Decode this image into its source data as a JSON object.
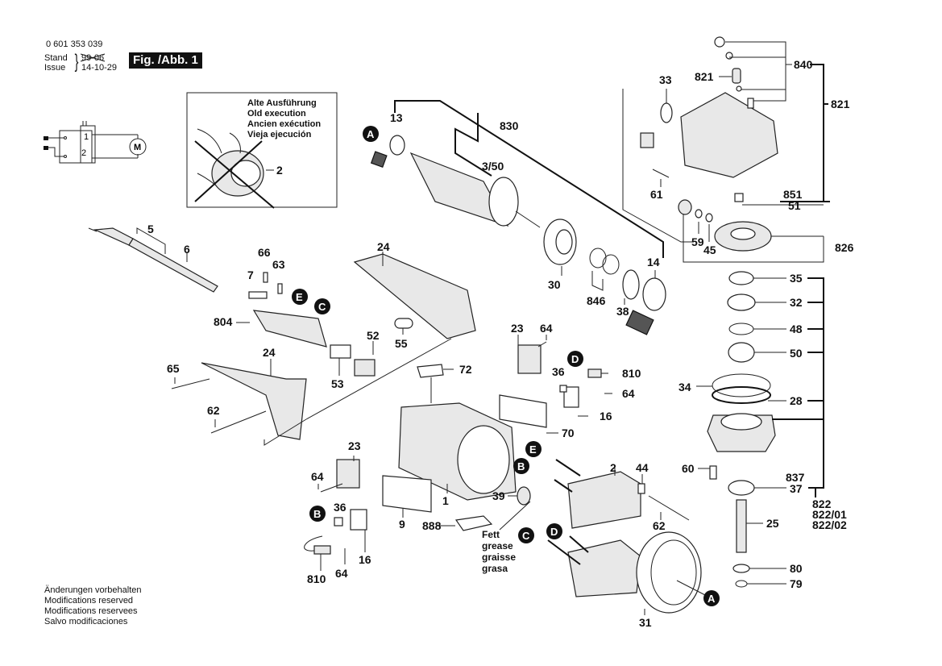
{
  "header": {
    "part_number": "0 601 353 039",
    "stand_label": "Stand",
    "issue_label": "Issue",
    "old_date": "99-06",
    "new_date": "14-10-29",
    "figure_label": "Fig. /Abb. 1"
  },
  "inset": {
    "title_lines": [
      "Alte Ausführung",
      "Old execution",
      "Ancien exécution",
      "Vieja ejecución"
    ],
    "part_label": "2"
  },
  "wiring": {
    "terminal_1": "1",
    "terminal_2": "2",
    "motor_symbol": "M"
  },
  "grease_note": [
    "Fett",
    "grease",
    "graisse",
    "grasa"
  ],
  "footer": [
    "Änderungen vorbehalten",
    "Modifications reserved",
    "Modifications reservees",
    "Salvo modificaciones"
  ],
  "connectors": [
    "A",
    "B",
    "C",
    "D",
    "E"
  ],
  "part_labels": {
    "p13": "13",
    "p830": "830",
    "p3_50": "3/50",
    "p30": "30",
    "p846": "846",
    "p38": "38",
    "p14": "14",
    "p33": "33",
    "p840": "840",
    "p821a": "821",
    "p821b": "821",
    "p61": "61",
    "p851": "851",
    "p51": "51",
    "p59": "59",
    "p45": "45",
    "p826": "826",
    "p35": "35",
    "p32": "32",
    "p48": "48",
    "p50": "50",
    "p34": "34",
    "p28": "28",
    "p60": "60",
    "p837": "837",
    "p37": "37",
    "p822": "822",
    "p822_01": "822/01",
    "p822_02": "822/02",
    "p25": "25",
    "p80": "80",
    "p79": "79",
    "p5": "5",
    "p6": "6",
    "p66": "66",
    "p63": "63",
    "p7": "7",
    "p804": "804",
    "p24a": "24",
    "p24b": "24",
    "p52": "52",
    "p53": "53",
    "p55": "55",
    "p65": "65",
    "p62a": "62",
    "p23a": "23",
    "p64a": "64",
    "p36a": "36",
    "p810a": "810",
    "p64b": "64",
    "p16a": "16",
    "p72": "72",
    "p70": "70",
    "p23b": "23",
    "p64c": "64",
    "p36b": "36",
    "p810b": "810",
    "p64d": "64",
    "p16b": "16",
    "p1": "1",
    "p9": "9",
    "p888": "888",
    "p39": "39",
    "p2": "2",
    "p44": "44",
    "p62b": "62",
    "p31": "31"
  }
}
